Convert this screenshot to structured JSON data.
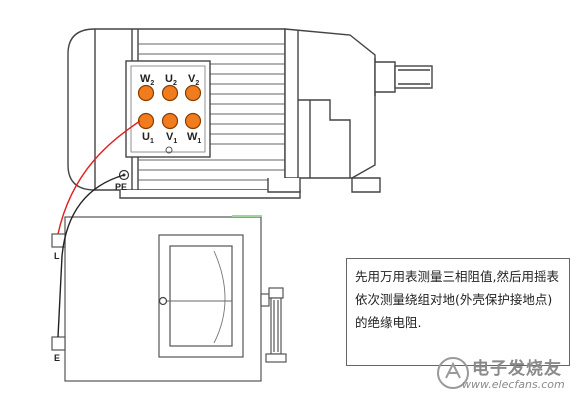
{
  "terminals": {
    "top_row": [
      {
        "letter": "W",
        "sub": "2"
      },
      {
        "letter": "U",
        "sub": "2"
      },
      {
        "letter": "V",
        "sub": "2"
      }
    ],
    "bottom_row": [
      {
        "letter": "U",
        "sub": "1"
      },
      {
        "letter": "V",
        "sub": "1"
      },
      {
        "letter": "W",
        "sub": "1"
      }
    ]
  },
  "ground_label": "PE",
  "megger_terminals": {
    "line": "L",
    "earth": "E"
  },
  "note_text": "先用万用表测量三相阻值,然后用摇表依次测量绕组对地(外壳保护接地点)的绝缘电阻.",
  "watermark": {
    "cn": "电子发烧友",
    "url": "www.elecfans.com"
  },
  "colors": {
    "terminal_fill": "#f07c1e",
    "terminal_stroke": "#8a3d00",
    "wire_line": "#e02020",
    "wire_earth": "#222222",
    "outline": "#444444"
  }
}
